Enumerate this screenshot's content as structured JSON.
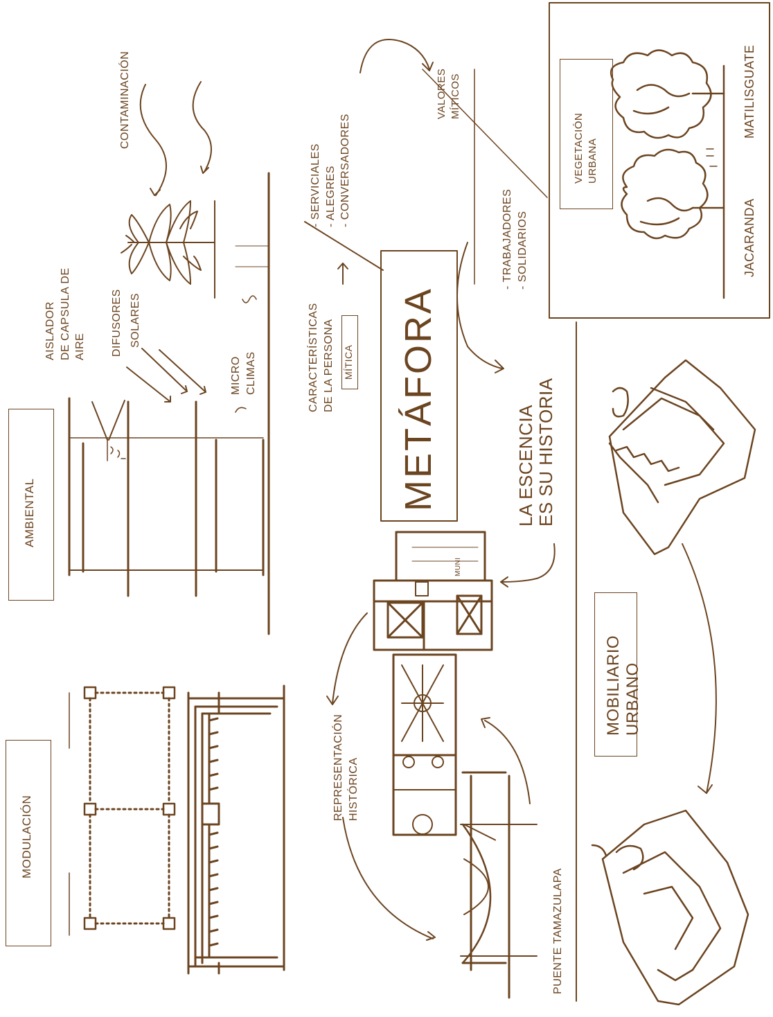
{
  "labels": {
    "modulacion": "MODULACIÓN",
    "ambiental": "AMBIENTAL",
    "contaminacion": "CONTAMINACIÓN",
    "aislador": [
      "AISLADOR",
      "DE CAPSULA DE",
      "AIRE"
    ],
    "difusores": "DIFUSORES",
    "solares": "SOLARES",
    "micro_climas": [
      "MICRO",
      "CLIMAS"
    ],
    "caracteristicas": [
      "CARACTERÍSTICAS",
      "DE LA PERSONA"
    ],
    "mitica": "MÍTICA",
    "rasgos": [
      "- SERVICIALES",
      "- ALEGRES",
      "- CONVERSADORES"
    ],
    "valores_miticos": [
      "VALORES",
      "MÍTICOS"
    ],
    "metafora": "METÁFORA",
    "trabajadores": [
      "- TRABAJADORES",
      "- SOLIDARIOS"
    ],
    "vegetacion_urbana": [
      "VEGETACIÓN",
      "URBANA"
    ],
    "jacaranda": "JACARANDA",
    "matilisguate": "MATILISGUATE",
    "la_escencia": [
      "LA ESCENCIA",
      "ES SU HISTORIA"
    ],
    "muni": "MUNI",
    "representacion": [
      "REPRESENTACIÓN",
      "HISTÓRICA"
    ],
    "puente": "PUENTE TAMAZULAPA",
    "mobiliario": [
      "MOBILIARIO",
      "URBANO"
    ]
  },
  "colors": {
    "ink": "#6b4420",
    "paper": "#ffffff"
  }
}
